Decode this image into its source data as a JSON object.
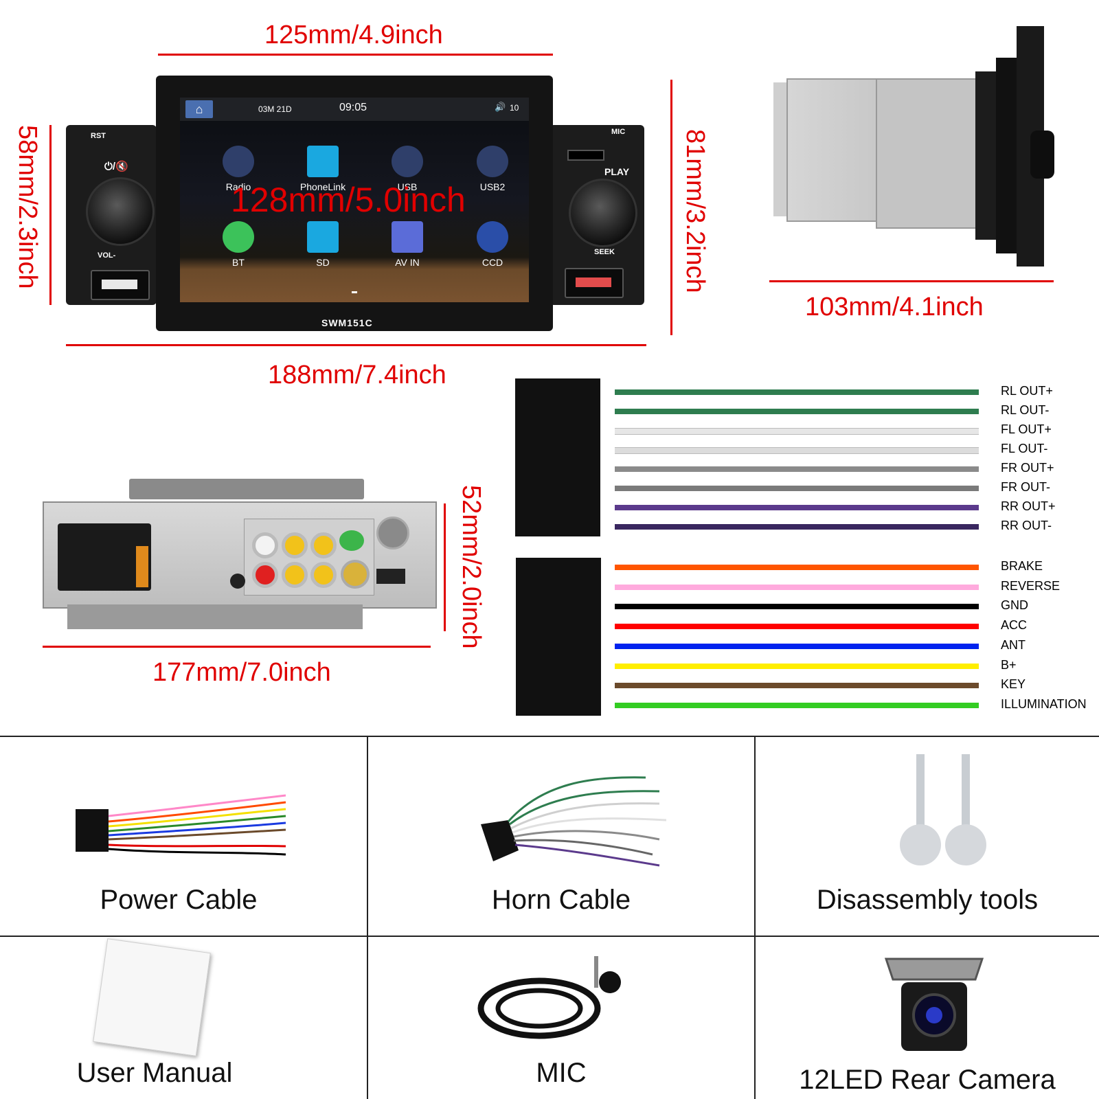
{
  "dimensions": {
    "front_width": "125mm/4.9inch",
    "total_width": "188mm/7.4inch",
    "front_height": "58mm/2.3inch",
    "unit_height": "81mm/3.2inch",
    "screen_diag": "128mm/5.0inch",
    "depth": "103mm/4.1inch",
    "rear_height": "52mm/2.0inch",
    "rear_width": "177mm/7.0inch"
  },
  "head_unit": {
    "model": "SWM151C",
    "rst": "RST",
    "mic": "MIC",
    "play": "PLAY",
    "seek": "SEEK",
    "vol": "VOL-",
    "power_mute": "⏻/🔇",
    "status": {
      "date": "03M 21D",
      "time": "09:05",
      "volume": "10"
    },
    "apps": [
      {
        "label": "Radio",
        "icon": "radio-icon",
        "color": "#2f3f6a"
      },
      {
        "label": "PhoneLink",
        "icon": "phonelink-icon",
        "color": "#1aa8e0"
      },
      {
        "label": "USB",
        "icon": "usb-icon",
        "color": "#2f3f6a"
      },
      {
        "label": "USB2",
        "icon": "usb2-icon",
        "color": "#2f3f6a"
      },
      {
        "label": "BT",
        "icon": "phone-icon",
        "color": "#3cc25a"
      },
      {
        "label": "SD",
        "icon": "sd-card-icon",
        "color": "#1aa8e0"
      },
      {
        "label": "AV IN",
        "icon": "av-in-icon",
        "color": "#5b6cd8"
      },
      {
        "label": "CCD",
        "icon": "camera-lens-icon",
        "color": "#2a4ea8"
      }
    ]
  },
  "wiring": {
    "speaker": [
      {
        "label": "RL OUT+",
        "color": "#2e7d4f"
      },
      {
        "label": "RL OUT-",
        "color": "#2e7d4f"
      },
      {
        "label": "FL OUT+",
        "color": "#e6e6e6"
      },
      {
        "label": "FL OUT-",
        "color": "#dcdcdc"
      },
      {
        "label": "FR OUT+",
        "color": "#8a8a8a"
      },
      {
        "label": "FR OUT-",
        "color": "#7a7a7a"
      },
      {
        "label": "RR OUT+",
        "color": "#5b3a8c"
      },
      {
        "label": "RR OUT-",
        "color": "#3a2760"
      }
    ],
    "power": [
      {
        "label": "BRAKE",
        "color": "#ff5500"
      },
      {
        "label": "REVERSE",
        "color": "#ffaadd"
      },
      {
        "label": "GND",
        "color": "#000000"
      },
      {
        "label": "ACC",
        "color": "#ff0000"
      },
      {
        "label": "ANT",
        "color": "#0022ee"
      },
      {
        "label": "B+",
        "color": "#ffee00"
      },
      {
        "label": "KEY",
        "color": "#6b4a2b"
      },
      {
        "label": "ILLUMINATION",
        "color": "#33cc22"
      }
    ]
  },
  "accessories": [
    {
      "label": "Power Cable",
      "icon": "power-cable-icon"
    },
    {
      "label": "Horn Cable",
      "icon": "horn-cable-icon"
    },
    {
      "label": "Disassembly tools",
      "icon": "disassembly-tools-icon"
    },
    {
      "label": "User Manual",
      "icon": "user-manual-icon"
    },
    {
      "label": "MIC",
      "icon": "microphone-icon"
    },
    {
      "label": "12LED Rear Camera",
      "icon": "rear-camera-icon"
    }
  ]
}
